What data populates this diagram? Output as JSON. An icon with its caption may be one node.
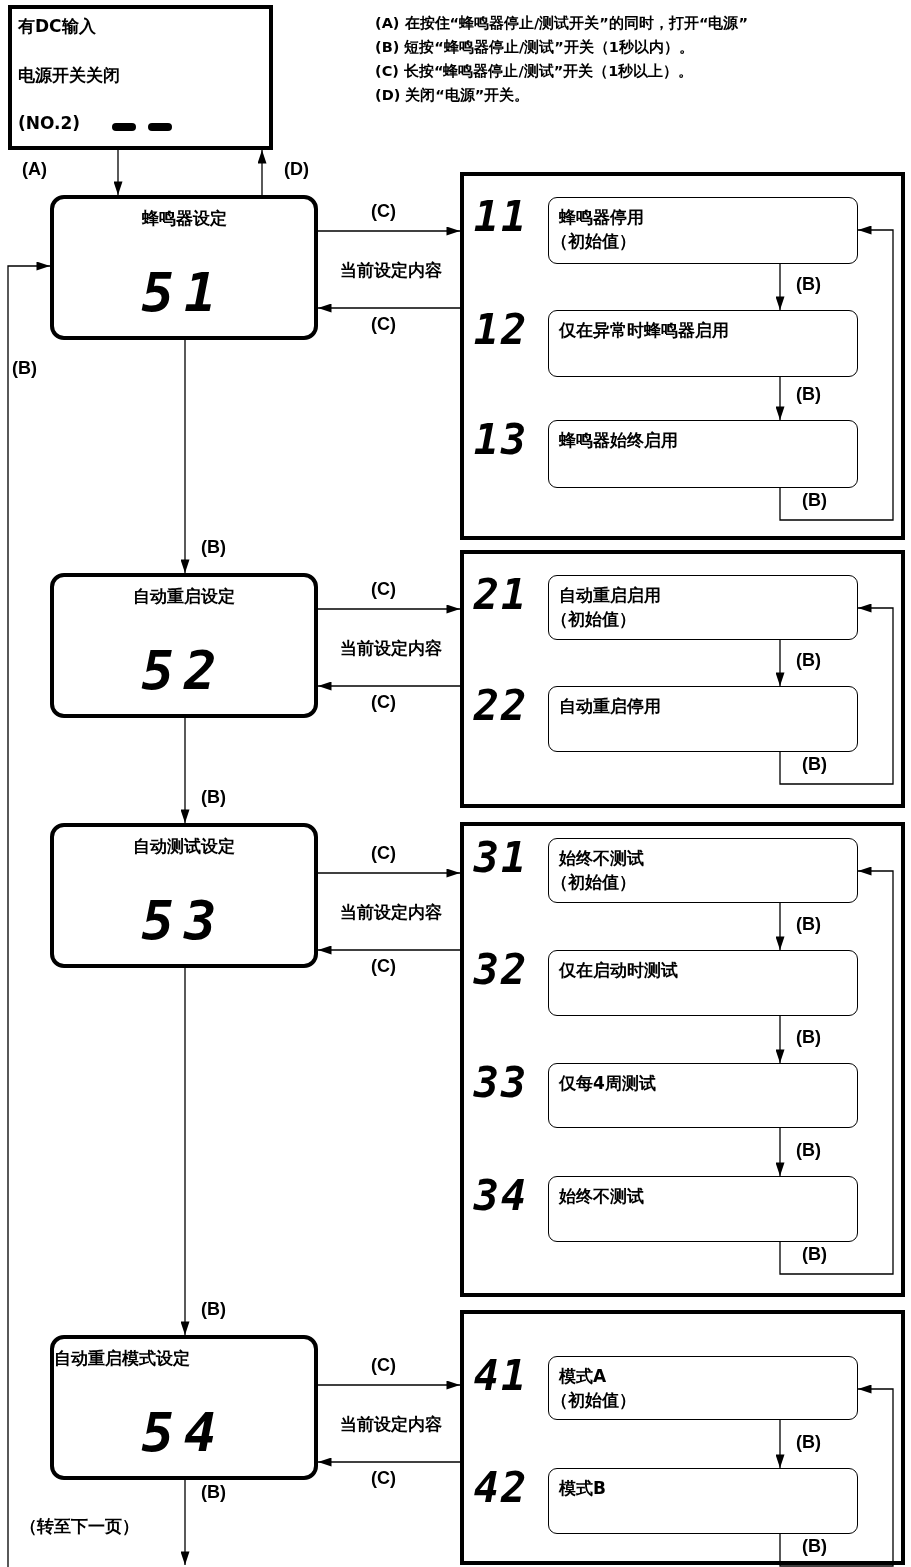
{
  "diagram": {
    "nodes": [
      {
        "text": [
          "有DC输入",
          "电源开关关闭",
          "(NO.2)"
        ]
      },
      {
        "text": [
          "蜂鸣器设定",
          "51"
        ]
      },
      {
        "text": [],
        "shape": "box"
      },
      {
        "text": [
          "蜂鸣器停用",
          "（初始值）"
        ],
        "in": 2,
        "beside": [
          "11"
        ]
      },
      {
        "text": [
          "仅在异常时蜂鸣器启用"
        ],
        "in": 2,
        "beside": [
          "12"
        ]
      },
      {
        "text": [
          "蜂鸣器始终启用"
        ],
        "in": 2,
        "beside": [
          "13"
        ]
      },
      {
        "text": [
          "自动重启设定",
          "52"
        ]
      },
      {
        "text": [],
        "shape": "box"
      },
      {
        "text": [
          "自动重启启用",
          "（初始值）"
        ],
        "in": 7,
        "beside": [
          "21"
        ]
      },
      {
        "text": [
          "自动重启停用"
        ],
        "in": 7,
        "beside": [
          "22"
        ]
      },
      {
        "text": [
          "自动测试设定",
          "53"
        ]
      },
      {
        "text": [],
        "shape": "box"
      },
      {
        "text": [
          "始终不测试",
          "（初始值）"
        ],
        "in": 11,
        "beside": [
          "31"
        ]
      },
      {
        "text": [
          "仅在启动时测试"
        ],
        "in": 11,
        "beside": [
          "32"
        ]
      },
      {
        "text": [
          "仅每4周测试"
        ],
        "in": 11,
        "beside": [
          "33"
        ]
      },
      {
        "text": [
          "始终不测试"
        ],
        "in": 11,
        "beside": [
          "34"
        ]
      },
      {
        "text": [
          "自动重启模式设定",
          "54"
        ]
      },
      {
        "text": [],
        "shape": "box"
      },
      {
        "text": [
          "模式A",
          "（初始值）"
        ],
        "in": 17,
        "beside": [
          "41"
        ]
      },
      {
        "text": [
          "模式B"
        ],
        "in": 17,
        "beside": [
          "42"
        ]
      }
    ],
    "edges": [
      {
        "from": 0,
        "to": 1,
        "arrow": "to",
        "label": "(A)"
      },
      {
        "from": 1,
        "to": 0,
        "arrow": "to",
        "label": "(D)"
      },
      {
        "from": 1,
        "to": 2,
        "arrow": "to",
        "label": "(C)"
      },
      {
        "from": 2,
        "to": 1,
        "arrow": "to",
        "label": "(C)"
      },
      {
        "from": 3,
        "to": 4,
        "arrow": "to",
        "label": "(B)"
      },
      {
        "from": 4,
        "to": 5,
        "arrow": "to",
        "label": "(B)"
      },
      {
        "from": 5,
        "to": 3,
        "arrow": "to",
        "label": "(B)"
      },
      {
        "from": 1,
        "to": 6,
        "arrow": "to",
        "label": "(B)"
      },
      {
        "from": 6,
        "to": 7,
        "arrow": "to",
        "label": "(C)"
      },
      {
        "from": 7,
        "to": 6,
        "arrow": "to",
        "label": "(C)"
      },
      {
        "from": 8,
        "to": 9,
        "arrow": "to",
        "label": "(B)"
      },
      {
        "from": 9,
        "to": 8,
        "arrow": "to",
        "label": "(B)"
      },
      {
        "from": 6,
        "to": 10,
        "arrow": "to",
        "label": "(B)"
      },
      {
        "from": 10,
        "to": 11,
        "arrow": "to",
        "label": "(C)"
      },
      {
        "from": 11,
        "to": 10,
        "arrow": "to",
        "label": "(C)"
      },
      {
        "from": 12,
        "to": 13,
        "arrow": "to",
        "label": "(B)"
      },
      {
        "from": 13,
        "to": 14,
        "arrow": "to",
        "label": "(B)"
      },
      {
        "from": 14,
        "to": 15,
        "arrow": "to",
        "label": "(B)"
      },
      {
        "from": 15,
        "to": 12,
        "arrow": "to",
        "label": "(B)"
      },
      {
        "from": 10,
        "to": 16,
        "arrow": "to",
        "label": "(B)"
      },
      {
        "from": 16,
        "to": 17,
        "arrow": "to",
        "label": "(C)"
      },
      {
        "from": 17,
        "to": 16,
        "arrow": "to",
        "label": "(C)"
      },
      {
        "from": 18,
        "to": 19,
        "arrow": "to",
        "label": "(B)"
      },
      {
        "from": 19,
        "to": 18,
        "arrow": "to",
        "label": "(B)"
      },
      {
        "from": 16,
        "to": null,
        "arrow": "to",
        "label": "(B)"
      },
      {
        "from": null,
        "to": 1,
        "arrow": "to",
        "label": "(B)"
      }
    ],
    "labels": [
      "(A) 在按住“蜂鸣器停止/测试开关”的同时，打开“电源”",
      "(B) 短按“蜂鸣器停止/测试”开关（1秒以内）。",
      "(C) 长按“蜂鸣器停止/测试”开关（1秒以上）。",
      "(D) 关闭“电源”开关。",
      "当前设定内容",
      "当前设定内容",
      "当前设定内容",
      "当前设定内容",
      "（转至下一页）"
    ]
  }
}
